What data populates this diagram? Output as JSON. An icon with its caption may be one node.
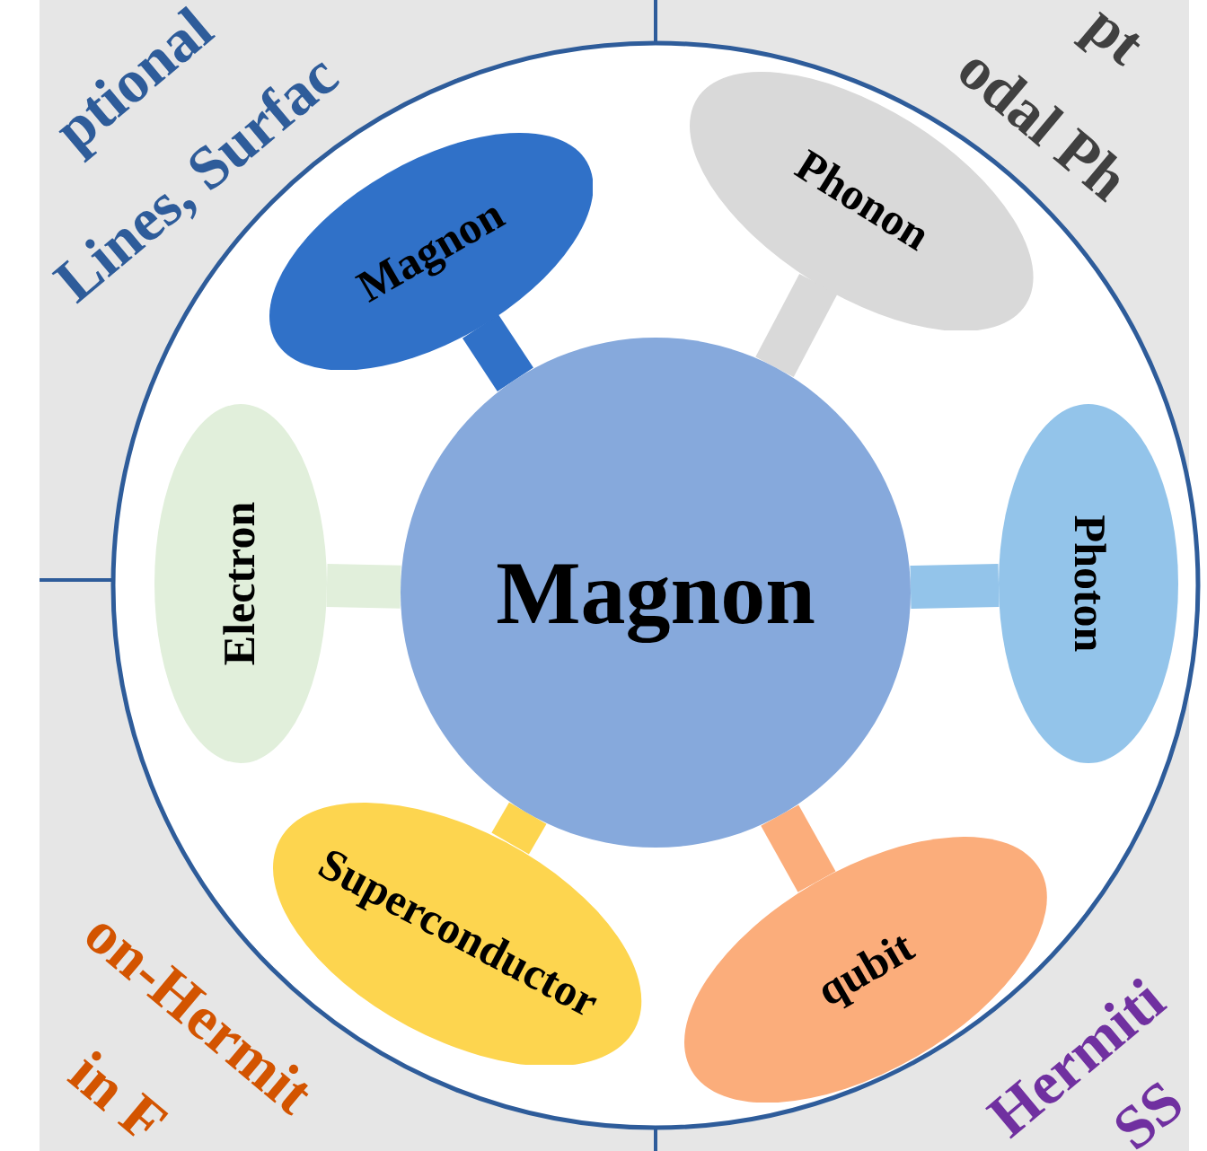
{
  "diagram": {
    "nodes": [
      {
        "text": [
          "Magnon"
        ]
      },
      {
        "text": [
          "Magnon"
        ]
      },
      {
        "text": [
          "Phonon"
        ]
      },
      {
        "text": [
          "Photon"
        ]
      },
      {
        "text": [
          "qubit"
        ]
      },
      {
        "text": [
          "Superconductor"
        ]
      },
      {
        "text": [
          "Electron"
        ]
      }
    ],
    "edges": [
      {
        "from": 0,
        "to": 1,
        "arrow": "none",
        "color": "#3071c8"
      },
      {
        "from": 0,
        "to": 2,
        "arrow": "none",
        "color": "#d9d9d9"
      },
      {
        "from": 0,
        "to": 3,
        "arrow": "none",
        "color": "#93c4ea"
      },
      {
        "from": 0,
        "to": 4,
        "arrow": "none",
        "color": "#fbad7b"
      },
      {
        "from": 0,
        "to": 5,
        "arrow": "none",
        "color": "#fdd54f"
      },
      {
        "from": 0,
        "to": 6,
        "arrow": "none",
        "color": "#e1efdb"
      }
    ],
    "labels": [
      "ptional",
      "Lines, Surfac",
      "pt",
      "odal Ph",
      "on-Hermit",
      "in F",
      "Hermiti",
      "SS"
    ]
  }
}
